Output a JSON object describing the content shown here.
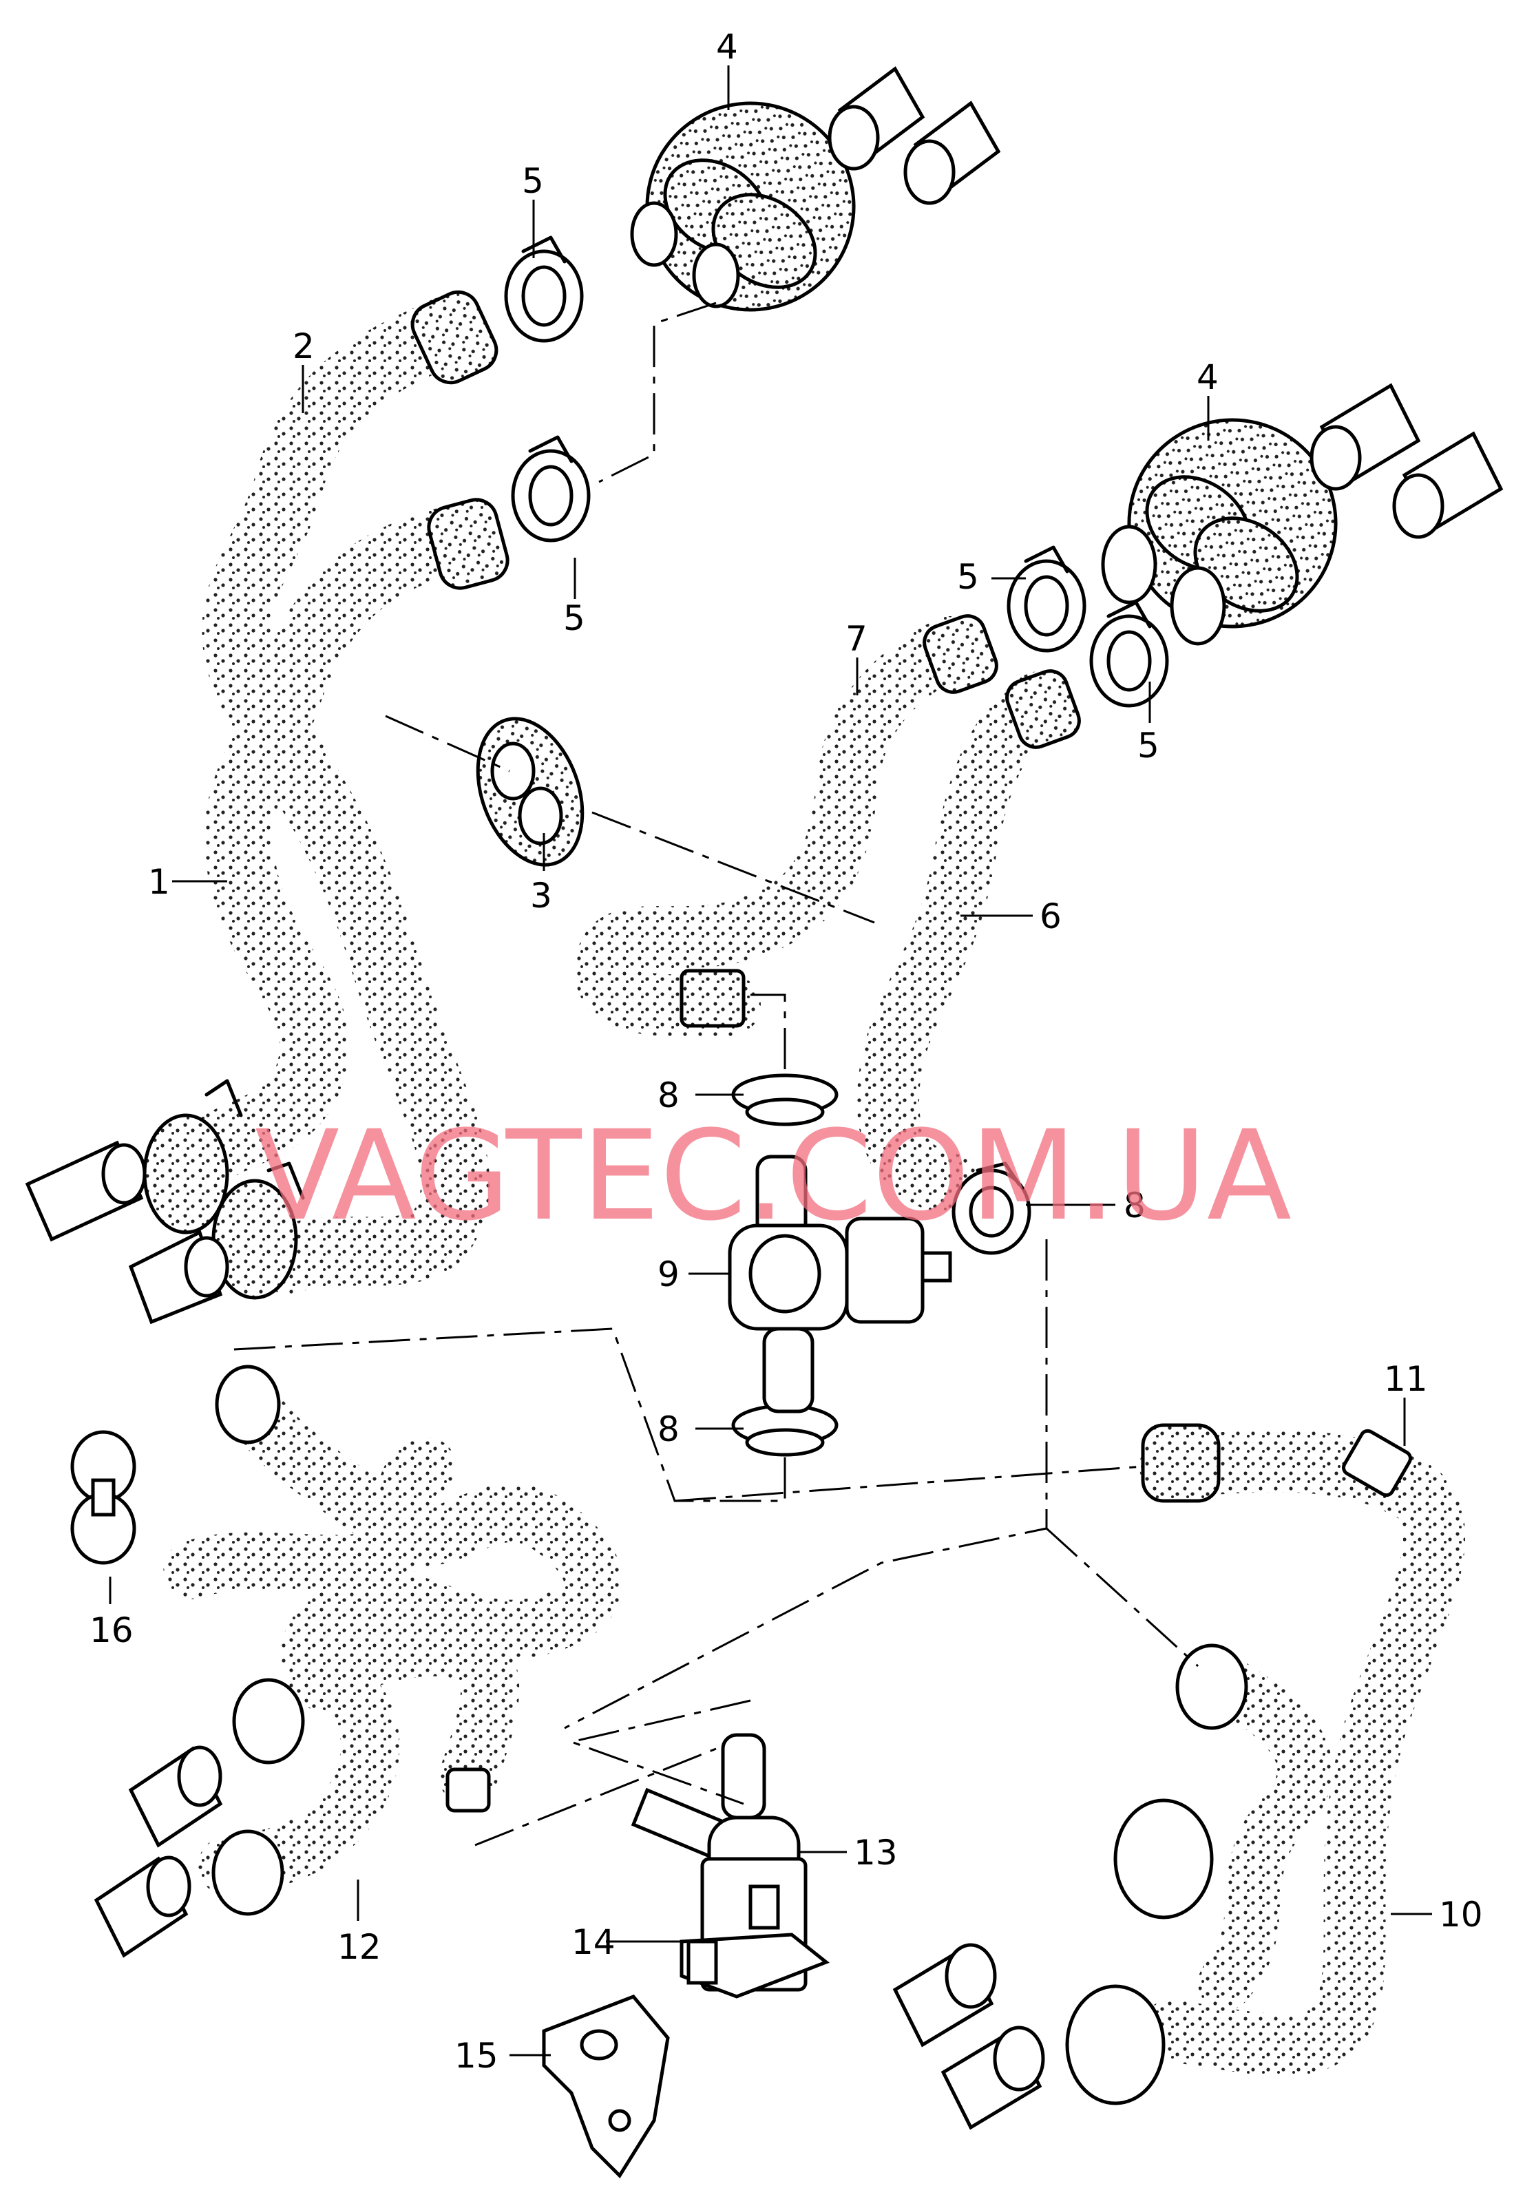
{
  "watermark": "VAGTEC.COM.UA",
  "callouts": {
    "c1": "1",
    "c2": "2",
    "c3": "3",
    "c4a": "4",
    "c4b": "4",
    "c5a": "5",
    "c5b": "5",
    "c5c": "5",
    "c5d": "5",
    "c6": "6",
    "c7": "7",
    "c8a": "8",
    "c8b": "8",
    "c8c": "8",
    "c9": "9",
    "c10": "10",
    "c11": "11",
    "c12": "12",
    "c13": "13",
    "c14": "14",
    "c15": "15",
    "c16": "16"
  }
}
